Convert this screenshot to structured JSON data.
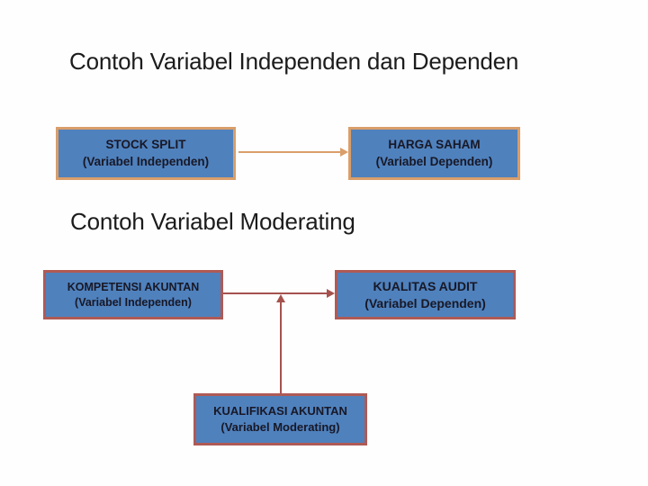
{
  "slide": {
    "title1": "Contoh Variabel Independen dan Dependen",
    "title2": "Contoh Variabel Moderating",
    "colors": {
      "background": "#FFFEFE",
      "box_fill": "#4F81BD",
      "box_border_top_diagram": "#D99E6A",
      "box_border_moderating_diagram": "#AF5A55",
      "connector_top": "#D99E6A",
      "connector_moderating": "#A5524E",
      "box_text": "#181826",
      "title_text": "#1C1C1C"
    },
    "diagram_independen_dependen": {
      "boxes": [
        {
          "line1": "STOCK SPLIT",
          "line2": "(Variabel Independen)"
        },
        {
          "line1": "HARGA SAHAM",
          "line2": "(Variabel Dependen)"
        }
      ],
      "connector": "arrow-right"
    },
    "diagram_moderating": {
      "boxes": [
        {
          "line1": "KOMPETENSI AKUNTAN",
          "line2": "(Variabel Independen)"
        },
        {
          "line1": "KUALITAS  AUDIT",
          "line2": "(Variabel Dependen)"
        },
        {
          "line1": "KUALIFIKASI AKUNTAN",
          "line2": "(Variabel Moderating)"
        }
      ],
      "connectors": [
        "arrow-right",
        "arrow-up-from-moderator"
      ]
    }
  }
}
